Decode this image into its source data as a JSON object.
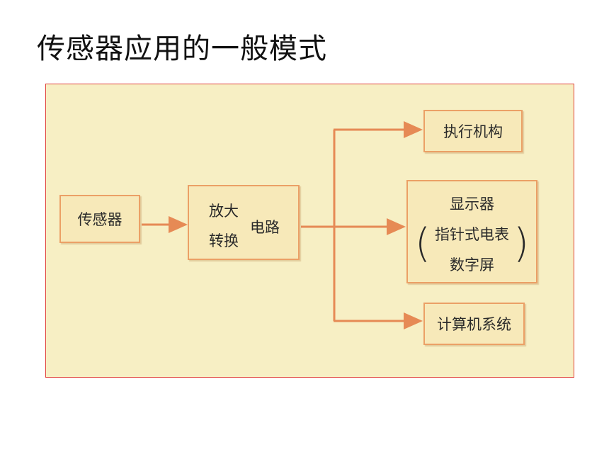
{
  "title": "传感器应用的一般模式",
  "nodes": {
    "sensor": "传感器",
    "amplify": "放大",
    "convert": "转换",
    "circuit": "电路",
    "actuator": "执行机构",
    "display": "显示器",
    "pointer_meter": "指针式电表",
    "digital_screen": "数字屏",
    "computer": "计算机系统"
  },
  "colors": {
    "panel_border": "#e0413a",
    "panel_bg": "#f7efc4",
    "box_border": "#eba066",
    "arrow": "#e68a55",
    "small_arrow": "#e0201a"
  }
}
